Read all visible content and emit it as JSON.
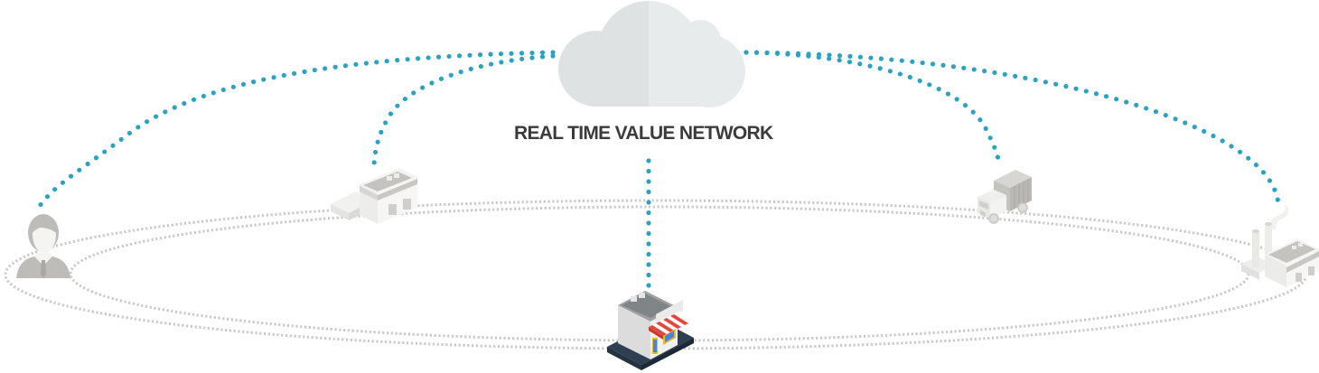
{
  "diagram": {
    "title": "REAL TIME VALUE NETWORK",
    "hub": {
      "name": "cloud",
      "icon": "cloud-icon"
    },
    "nodes": [
      {
        "id": "customer",
        "icon": "person-icon"
      },
      {
        "id": "warehouse",
        "icon": "warehouse-icon"
      },
      {
        "id": "store",
        "icon": "store-icon"
      },
      {
        "id": "truck",
        "icon": "truck-icon"
      },
      {
        "id": "factory",
        "icon": "factory-icon"
      }
    ],
    "connections": [
      {
        "from": "cloud",
        "to": "customer"
      },
      {
        "from": "cloud",
        "to": "warehouse"
      },
      {
        "from": "cloud",
        "to": "store"
      },
      {
        "from": "cloud",
        "to": "truck"
      },
      {
        "from": "cloud",
        "to": "factory"
      }
    ],
    "rings": 2,
    "colors": {
      "connector": "#2aa3c2",
      "ring": "#c8c8c8",
      "cloud_left": "#dfe2e3",
      "cloud_right": "#e8ebec",
      "title": "#3b3b3b",
      "icon_gray": "#bdbcb8",
      "awning_red": "#e5473f",
      "store_base": "#2f3f52",
      "store_window": "#4a86d8",
      "store_frame": "#f2b526"
    }
  }
}
